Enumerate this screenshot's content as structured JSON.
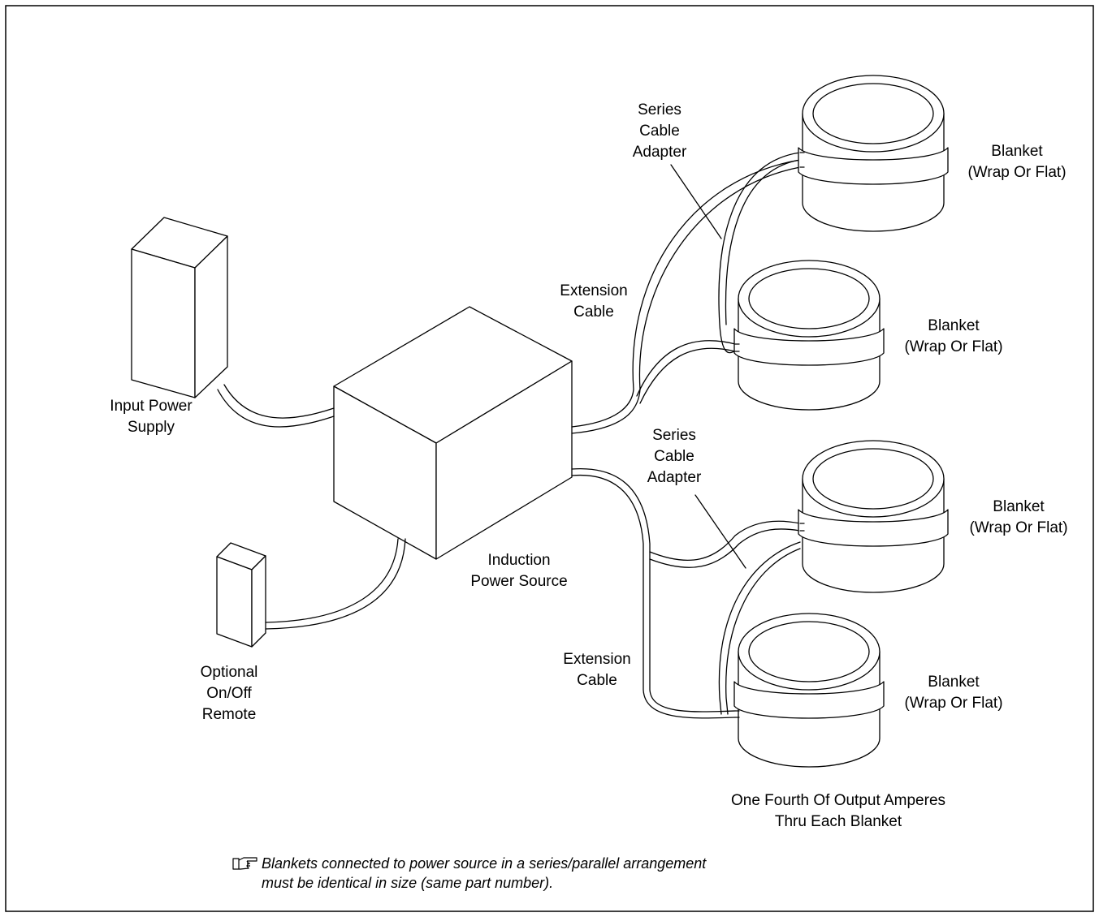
{
  "labels": {
    "input_power_supply": [
      "Input Power",
      "Supply"
    ],
    "induction_power_source": [
      "Induction",
      "Power Source"
    ],
    "optional_remote": [
      "Optional",
      "On/Off",
      "Remote"
    ],
    "extension_cable_top": [
      "Extension",
      "Cable"
    ],
    "extension_cable_bottom": [
      "Extension",
      "Cable"
    ],
    "series_adapter_top": [
      "Series",
      "Cable",
      "Adapter"
    ],
    "series_adapter_bottom": [
      "Series",
      "Cable",
      "Adapter"
    ],
    "blanket_1": [
      "Blanket",
      "(Wrap Or Flat)"
    ],
    "blanket_2": [
      "Blanket",
      "(Wrap Or Flat)"
    ],
    "blanket_3": [
      "Blanket",
      "(Wrap Or Flat)"
    ],
    "blanket_4": [
      "Blanket",
      "(Wrap Or Flat)"
    ],
    "amperes_note": [
      "One Fourth Of Output Amperes",
      "Thru Each Blanket"
    ]
  },
  "note": {
    "icon": "pointing-hand-icon",
    "lines": [
      "Blankets connected to power source in a series/parallel arrangement",
      "must be identical in size (same part number)."
    ]
  }
}
